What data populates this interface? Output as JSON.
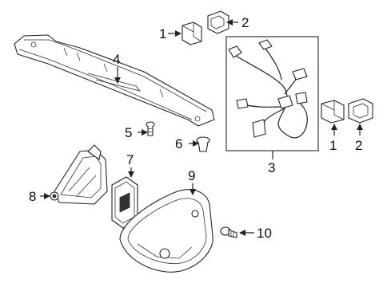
{
  "callouts": [
    {
      "id": "1a",
      "text": "1"
    },
    {
      "id": "2a",
      "text": "2"
    },
    {
      "id": "1b",
      "text": "1"
    },
    {
      "id": "2b",
      "text": "2"
    },
    {
      "id": "3",
      "text": "3"
    },
    {
      "id": "4",
      "text": "4"
    },
    {
      "id": "5",
      "text": "5"
    },
    {
      "id": "6",
      "text": "6"
    },
    {
      "id": "7",
      "text": "7"
    },
    {
      "id": "8",
      "text": "8"
    },
    {
      "id": "9",
      "text": "9"
    },
    {
      "id": "10",
      "text": "10"
    }
  ]
}
